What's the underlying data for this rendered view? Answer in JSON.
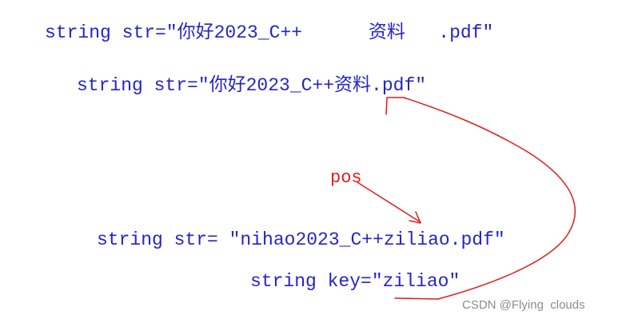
{
  "code_lines": {
    "line1": "string str=\"你好2023_C++      资料   .pdf\"",
    "line2": "string str=\"你好2023_C++资料.pdf\"",
    "line3": "string str= \"nihao2023_C++ziliao.pdf\"",
    "line4": "string key=\"ziliao\""
  },
  "annotation": {
    "pos_label": "pos",
    "color": "#e31b1b"
  },
  "text_color": "#2424c8",
  "watermark": "CSDN @Flying  clouds"
}
